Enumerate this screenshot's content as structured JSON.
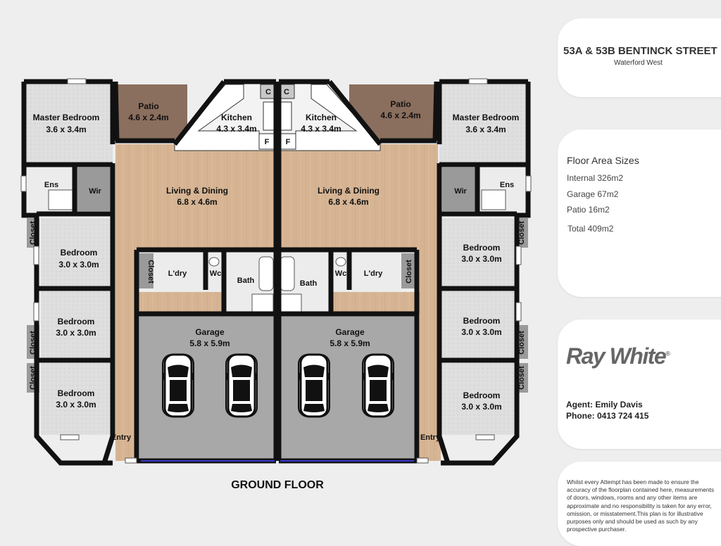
{
  "plan": {
    "floor_label": "GROUND FLOOR",
    "rooms": {
      "master_left": {
        "name": "Master Bedroom",
        "size": "3.6 x 3.4m"
      },
      "master_right": {
        "name": "Master Bedroom",
        "size": "3.6 x 3.4m"
      },
      "patio_left": {
        "name": "Patio",
        "size": "4.6 x 2.4m"
      },
      "patio_right": {
        "name": "Patio",
        "size": "4.6 x 2.4m"
      },
      "kitchen_left": {
        "name": "Kitchen",
        "size": "4.3 x 3.4m"
      },
      "kitchen_right": {
        "name": "Kitchen",
        "size": "4.3 x 3.4m"
      },
      "living_left": {
        "name": "Living & Dining",
        "size": "6.8 x 4.6m"
      },
      "living_right": {
        "name": "Living & Dining",
        "size": "6.8 x 4.6m"
      },
      "ens_left": {
        "name": "Ens"
      },
      "ens_right": {
        "name": "Ens"
      },
      "wir_left": {
        "name": "Wir"
      },
      "wir_right": {
        "name": "Wir"
      },
      "bed1_left": {
        "name": "Bedroom",
        "size": "3.0 x 3.0m"
      },
      "bed2_left": {
        "name": "Bedroom",
        "size": "3.0 x 3.0m"
      },
      "bed3_left": {
        "name": "Bedroom",
        "size": "3.0 x 3.0m"
      },
      "bed1_right": {
        "name": "Bedroom",
        "size": "3.0 x 3.0m"
      },
      "bed2_right": {
        "name": "Bedroom",
        "size": "3.0 x 3.0m"
      },
      "bed3_right": {
        "name": "Bedroom",
        "size": "3.0 x 3.0m"
      },
      "ldry_left": {
        "name": "L'dry"
      },
      "ldry_right": {
        "name": "L'dry"
      },
      "wc_left": {
        "name": "Wc"
      },
      "wc_right": {
        "name": "Wc"
      },
      "bath_left": {
        "name": "Bath"
      },
      "bath_right": {
        "name": "Bath"
      },
      "garage_left": {
        "name": "Garage",
        "size": "5.8 x 5.9m"
      },
      "garage_right": {
        "name": "Garage",
        "size": "5.8 x 5.9m"
      },
      "entry_left": {
        "name": "Entry"
      },
      "entry_right": {
        "name": "Entry"
      },
      "closet": "Closet",
      "c_mark": "C",
      "f_mark": "F"
    },
    "colors": {
      "wall": "#111111",
      "floorboard": "#d8b896",
      "patio": "#8a6e5e",
      "carpet": "#dcdcdc",
      "wet_area": "#ececec",
      "garage": "#a8a8a8",
      "wardrobe": "#9a9a9a",
      "window": "#3a3ad0"
    }
  },
  "info": {
    "address": "53A & 53B BENTINCK STREET",
    "suburb": "Waterford West",
    "area_heading": "Floor Area Sizes",
    "internal": "Internal 326m2",
    "garage": "Garage  67m2",
    "patio": "Patio 16m2",
    "total": "Total 409m2",
    "brand": "Ray White",
    "brand_mark": "®",
    "agent_line": "Agent: Emily Davis",
    "phone_line": "Phone: 0413 724 415",
    "disclaimer": "Whilst every Attempt has been made to ensure the accuracy of the floorplan contained here, measurements of doors, windows, rooms and any other items are approximate and no responsibility is taken for any error, omission, or misstatement.This plan is for illustrative purposes only and should be used as such by any prospective purchaser."
  }
}
